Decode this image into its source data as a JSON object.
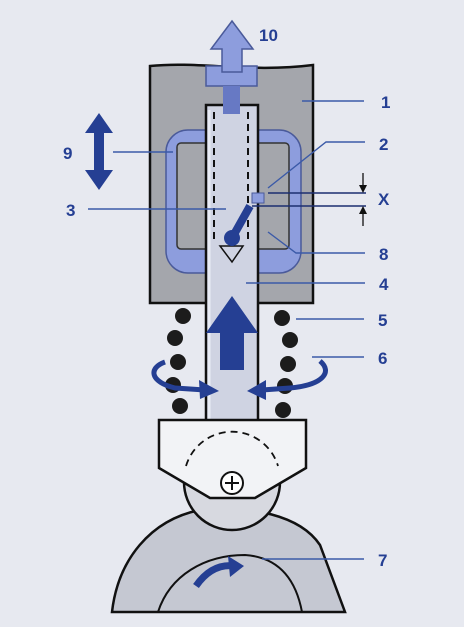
{
  "colors": {
    "background": "#e7e9f0",
    "housing": "#a4a6ac",
    "rod": "#cfd3e2",
    "blue_part": "#8d9ddd",
    "dark_blue": "#253f93",
    "callout_line": "#3b5aa8",
    "spring_coil": "#1c1c1c",
    "cam": "#c5c8d2"
  },
  "labels": {
    "l1": "1",
    "l2": "2",
    "l3": "3",
    "l4": "4",
    "l5": "5",
    "l6": "6",
    "l7": "7",
    "l8": "8",
    "l9": "9",
    "l10": "10",
    "lx": "X"
  },
  "icons": {
    "up_arrow_top": "arrow-up-icon",
    "double_arrow_left": "double-arrow-vertical-icon",
    "center_up_arrow": "arrow-up-icon",
    "rotation_ring": "rotation-arrows-icon",
    "cam_rotation": "curved-arrow-icon",
    "axle": "crosshair-icon"
  }
}
